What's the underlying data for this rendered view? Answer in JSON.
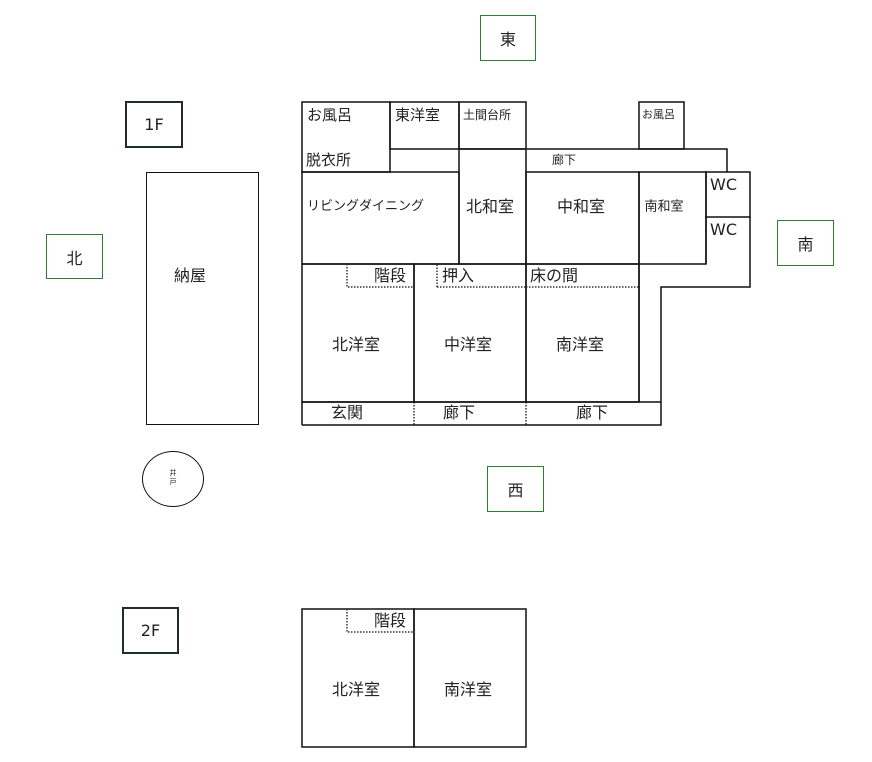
{
  "directions": {
    "east": "東",
    "north": "北",
    "south": "南",
    "west": "西"
  },
  "floors": {
    "first": "1F",
    "second": "2F"
  },
  "outbuildings": {
    "storehouse": "納屋",
    "well": "井\n戸"
  },
  "first_floor": {
    "bath_main": "お風呂",
    "changing_room": "脱衣所",
    "east_western_room": "東洋室",
    "earthen_kitchen": "土間台所",
    "bath_small": "お風呂",
    "corridor_top": "廊下",
    "living_dining": "リビングダイニング",
    "north_japanese_room": "北和室",
    "middle_japanese_room": "中和室",
    "south_japanese_room": "南和室",
    "wc_1": "WC",
    "wc_2": "WC",
    "stairs": "階段",
    "closet": "押入",
    "alcove": "床の間",
    "north_western_room": "北洋室",
    "middle_western_room": "中洋室",
    "south_western_room": "南洋室",
    "entrance": "玄関",
    "corridor_mid": "廊下",
    "corridor_south": "廊下"
  },
  "second_floor": {
    "stairs": "階段",
    "north_western_room": "北洋室",
    "south_western_room": "南洋室"
  },
  "colors": {
    "direction_border": "#2e7d32",
    "wall": "#111111",
    "floor_badge_border": "#1f2d33"
  }
}
